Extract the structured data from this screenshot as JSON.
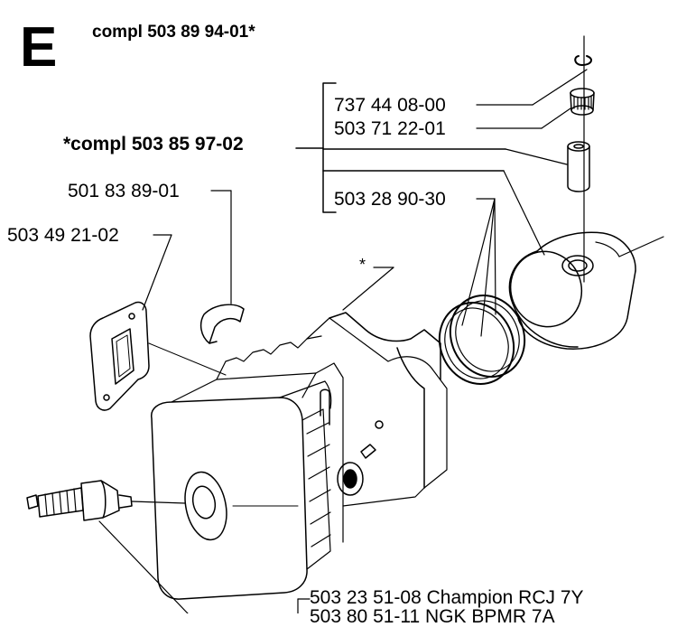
{
  "section_letter": "E",
  "assembly_title": "compl 503 89 94-01*",
  "sub_assembly": "*compl 503 85 97-02",
  "parts": {
    "circlip": "737 44 08-00",
    "needle_bearing": "503 71 22-01",
    "piston_rings": "503 28 90-30",
    "decompression_valve": "501 83 89-01",
    "gasket": "503 49 21-02",
    "cylinder_marker": "*",
    "spark_plug_1": "503 23 51-08 Champion RCJ 7Y",
    "spark_plug_2": "503 80 51-11 NGK BPMR 7A"
  }
}
